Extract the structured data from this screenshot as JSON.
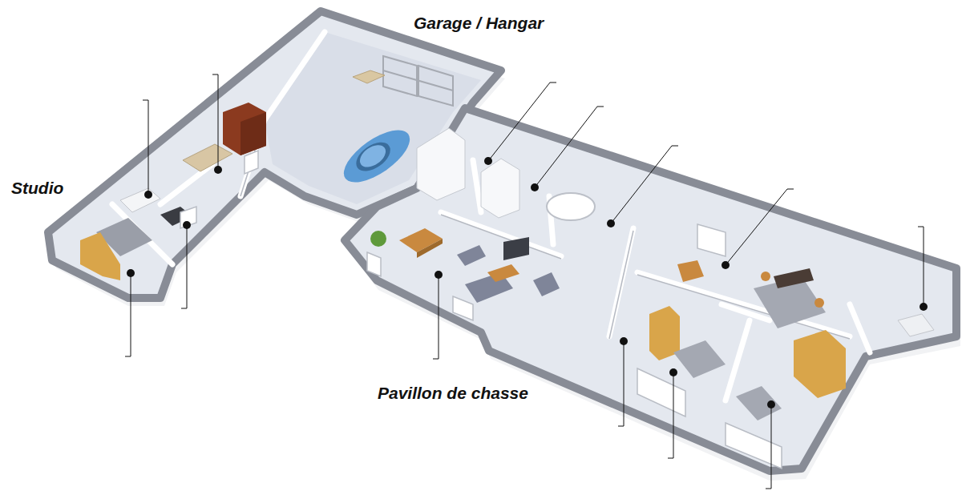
{
  "diagram": {
    "labels": [
      "Garage / Hangar",
      "Studio",
      "Pavillon de chasse"
    ]
  }
}
